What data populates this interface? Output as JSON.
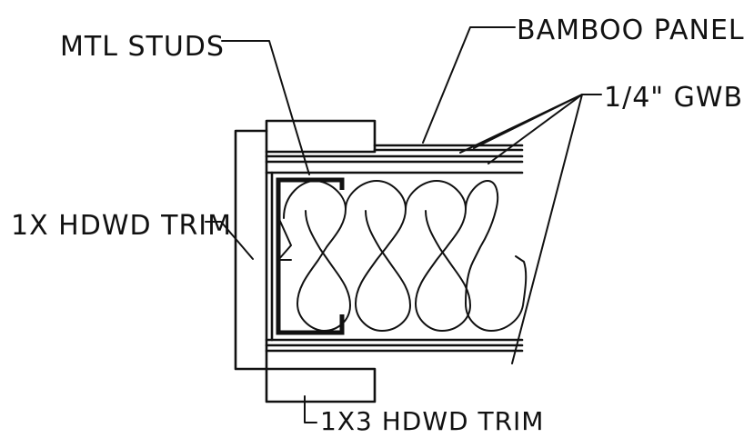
{
  "diagram": {
    "labels": {
      "mtl_studs": "MTL STUDS",
      "bamboo_panel": "BAMBOO PANEL",
      "gwb": "1/4\" GWB",
      "hdwd_trim_1x": "1X HDWD TRIM",
      "hdwd_trim_1x3": "1X3 HDWD TRIM"
    },
    "colors": {
      "line": "#111111",
      "background": "#ffffff"
    }
  }
}
